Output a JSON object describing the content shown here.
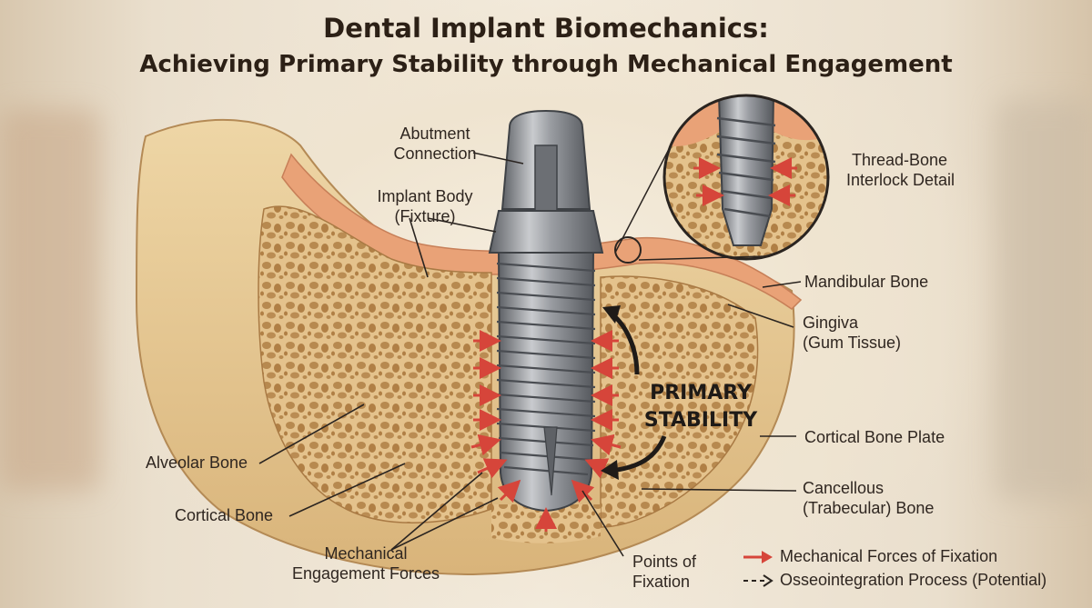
{
  "title": {
    "line1": "Dental Implant Biomechanics:",
    "line2": "Achieving Primary Stability through Mechanical Engagement"
  },
  "labels": {
    "abutment": [
      "Abutment",
      "Connection"
    ],
    "implant_body": [
      "Implant Body",
      "(Fixture)"
    ],
    "thread_bone": [
      "Thread-Bone",
      "Interlock Detail"
    ],
    "mandibular": "Mandibular Bone",
    "gingiva": [
      "Gingiva",
      "(Gum Tissue)"
    ],
    "cortical_plate": "Cortical Bone Plate",
    "cancellous": [
      "Cancellous",
      "(Trabecular) Bone"
    ],
    "alveolar": "Alveolar Bone",
    "cortical": "Cortical Bone",
    "mechanical": [
      "Mechanical",
      "Engagement Forces"
    ],
    "points": [
      "Points of",
      "Fixation"
    ],
    "primary_stability": [
      "PRIMARY",
      "STABILITY"
    ]
  },
  "legend": {
    "forces": "Mechanical Forces of Fixation",
    "osseo": "Osseointegration Process (Potential)"
  },
  "colors": {
    "bone": "#e7c893",
    "bone_dark": "#c49a5c",
    "gingiva": "#e9a277",
    "trabecular_hole": "#b78a4f",
    "implant": "#8f9196",
    "arrow_red": "#d6453a",
    "text": "#2f2620"
  }
}
